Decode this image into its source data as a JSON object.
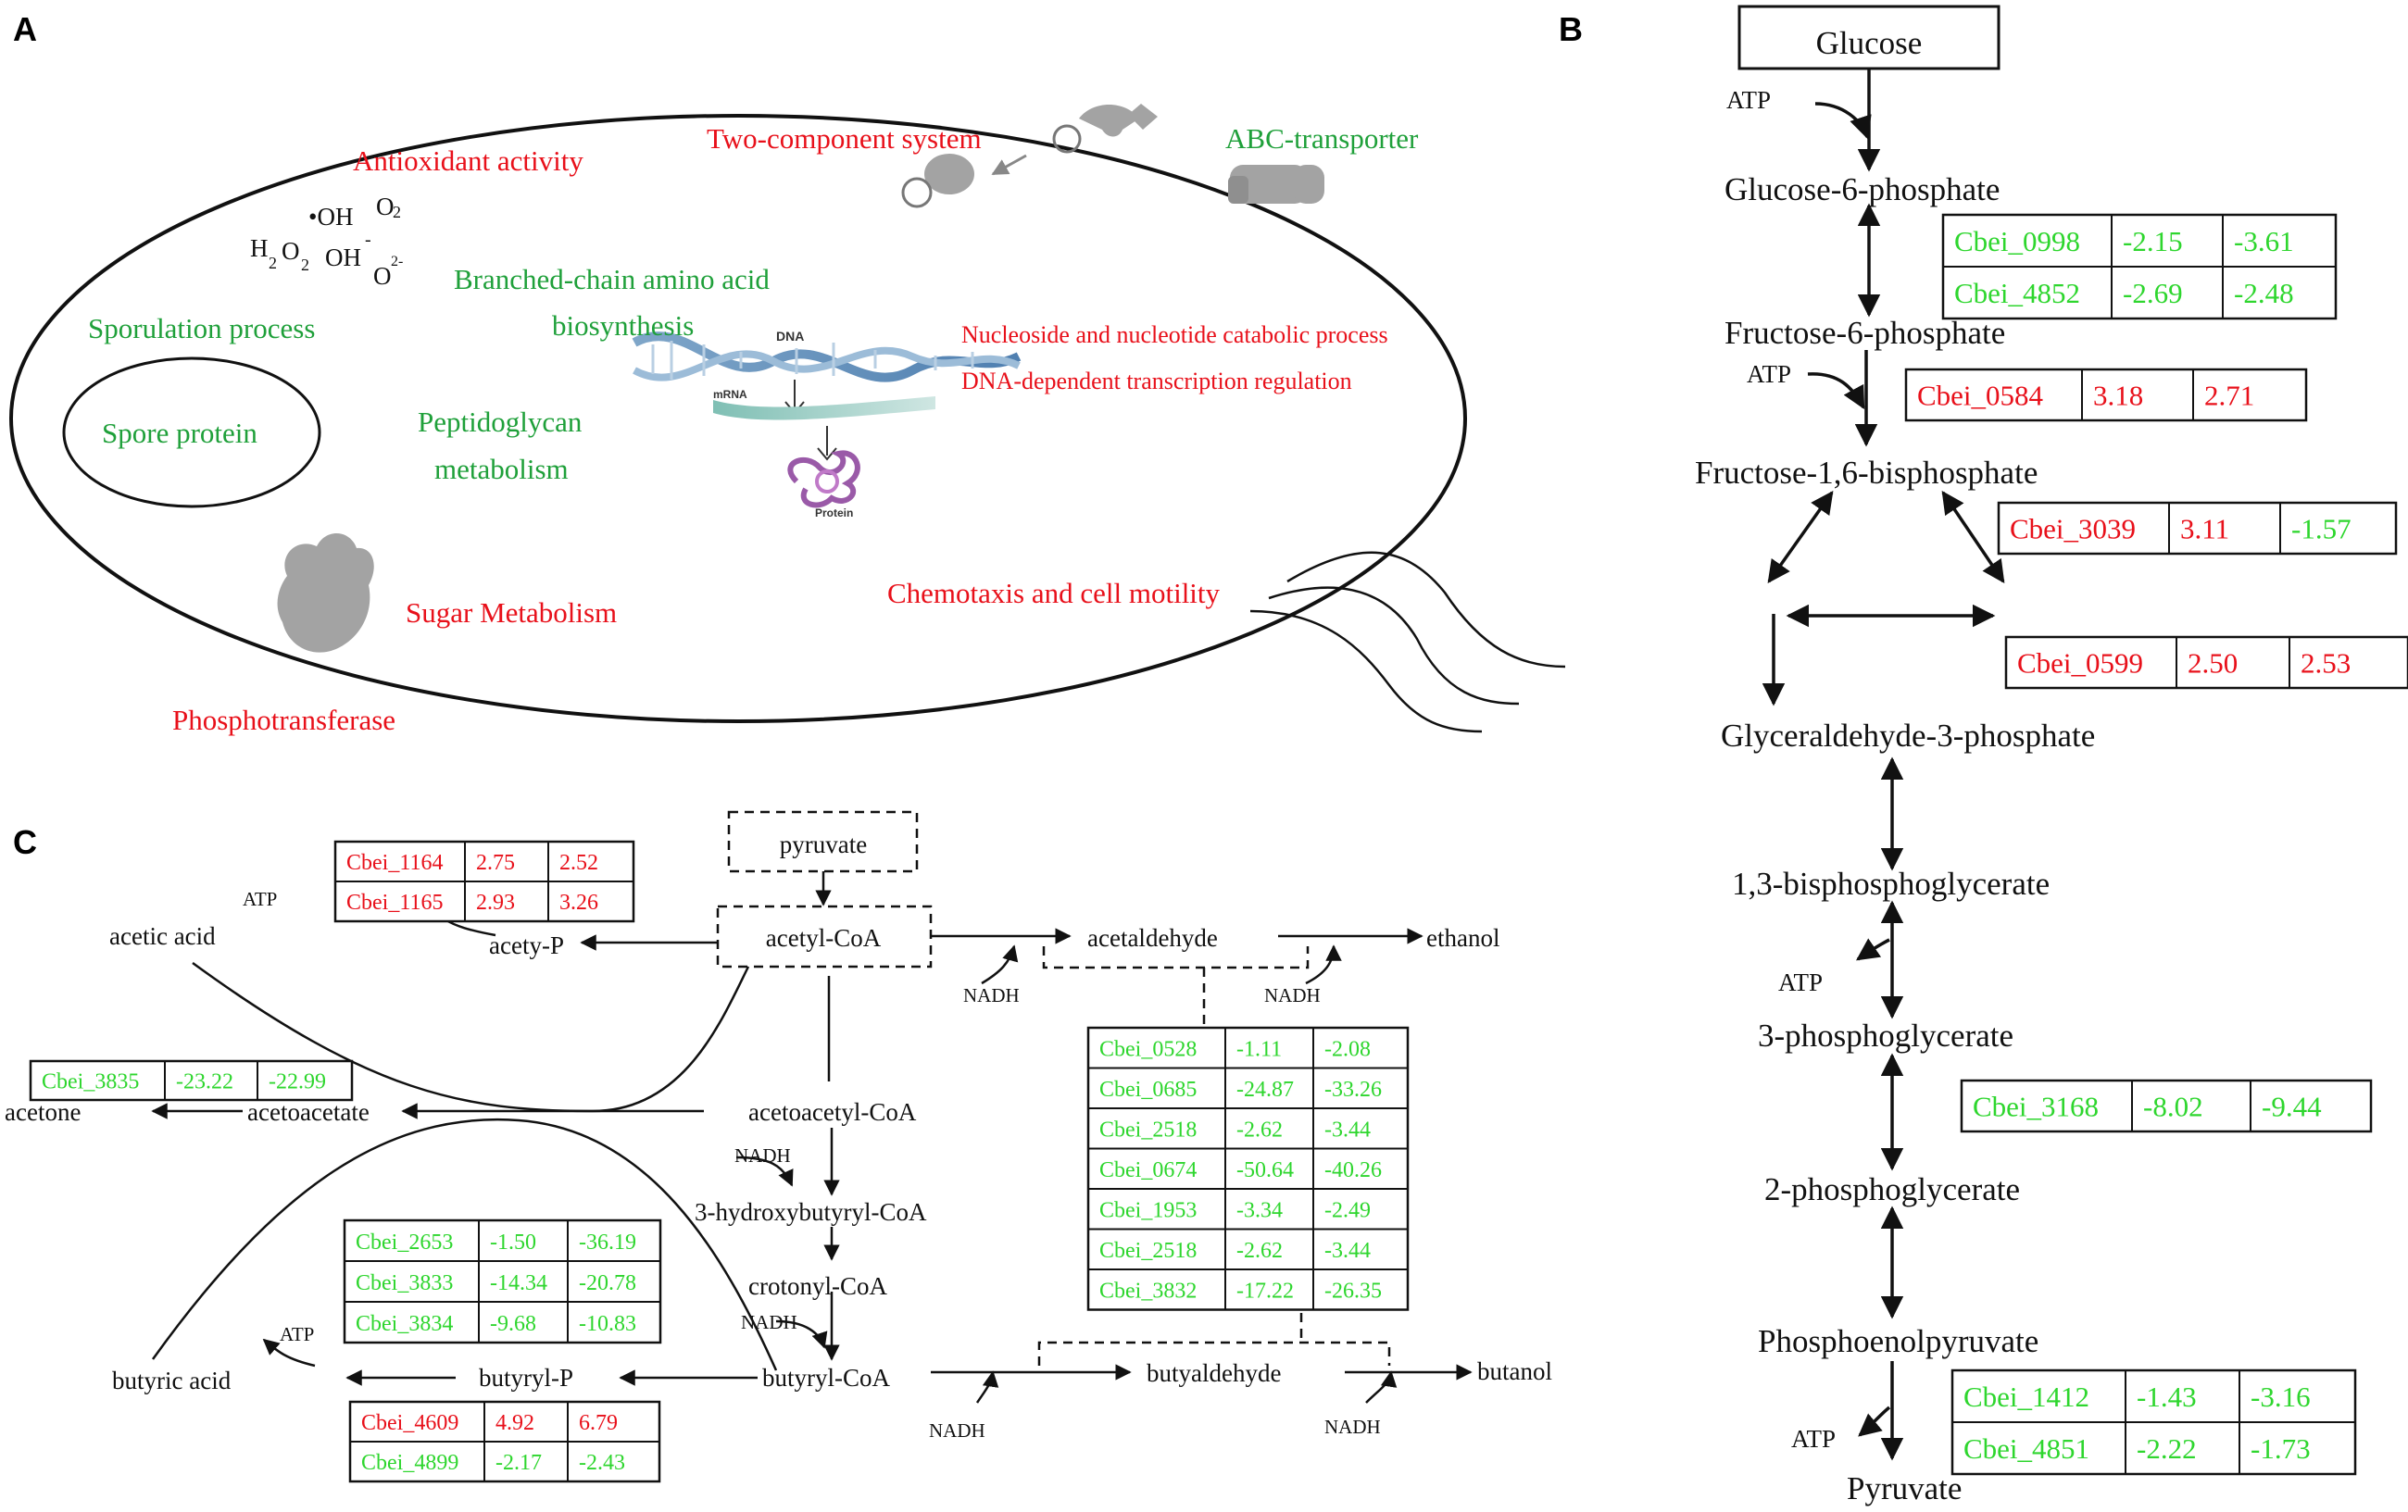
{
  "panels": {
    "a": "A",
    "b": "B",
    "c": "C"
  },
  "panel_a": {
    "antioxidant": "Antioxidant activity",
    "two_component": "Two-component system",
    "abc_transporter": "ABC-transporter",
    "oh_radical": "•OH",
    "o2": "O",
    "o2_sub": "2",
    "h2o2_h": "H",
    "h2o2_sub1": "2",
    "h2o2_o": "O",
    "h2o2_sub2": "2",
    "oh_minus": "OH",
    "oh_minus_sup": "-",
    "superoxide": "O",
    "superoxide_sup": "2-",
    "sporulation": "Sporulation process",
    "spore_protein": "Spore protein",
    "bcaa_line1": "Branched-chain amino acid",
    "bcaa_line2": "biosynthesis",
    "peptidoglycan_line1": "Peptidoglycan",
    "peptidoglycan_line2": "metabolism",
    "dna_label": "DNA",
    "mrna_label": "mRNA",
    "protein_label": "Protein",
    "nucleoside": "Nucleoside and nucleotide catabolic process",
    "transcription": "DNA-dependent transcription regulation",
    "chemotaxis": "Chemotaxis and cell motility",
    "sugar_metabolism": "Sugar Metabolism",
    "phosphotransferase": "Phosphotransferase"
  },
  "panel_b": {
    "glucose": "Glucose",
    "atp1": "ATP",
    "g6p": "Glucose-6-phosphate",
    "f6p": "Fructose-6-phosphate",
    "atp2": "ATP",
    "f16bp": "Fructose-1,6-bisphosphate",
    "gap": "Glyceraldehyde-3-phosphate",
    "bpg13": "1,3-bisphosphoglycerate",
    "atp3": "ATP",
    "pg3": "3-phosphoglycerate",
    "pg2": "2-phosphoglycerate",
    "pep": "Phosphoenolpyruvate",
    "atp4": "ATP",
    "pyruvate": "Pyruvate",
    "t1": [
      [
        "Cbei_0998",
        "-2.15",
        "-3.61"
      ],
      [
        "Cbei_4852",
        "-2.69",
        "-2.48"
      ]
    ],
    "t2": [
      [
        "Cbei_0584",
        "3.18",
        "2.71"
      ]
    ],
    "t3": [
      [
        "Cbei_3039",
        "3.11",
        "-1.57"
      ]
    ],
    "t4": [
      [
        "Cbei_0599",
        "2.50",
        "2.53"
      ]
    ],
    "t5": [
      [
        "Cbei_3168",
        "-8.02",
        "-9.44"
      ]
    ],
    "t6": [
      [
        "Cbei_1412",
        "-1.43",
        "-3.16"
      ],
      [
        "Cbei_4851",
        "-2.22",
        "-1.73"
      ]
    ]
  },
  "panel_c": {
    "pyruvate": "pyruvate",
    "acetyl_coa": "acetyl-CoA",
    "acetaldehyde": "acetaldehyde",
    "ethanol": "ethanol",
    "nadh": "NADH",
    "acetic_acid": "acetic acid",
    "acety_p": "acety-P",
    "atp": "ATP",
    "acetone": "acetone",
    "acetoacetate": "acetoacetate",
    "acetoacetyl_coa": "acetoacetyl-CoA",
    "hydroxybutyryl_coa": "3-hydroxybutyryl-CoA",
    "crotonyl_coa": "crotonyl-CoA",
    "butyryl_coa": "butyryl-CoA",
    "butyryl_p": "butyryl-P",
    "butyric_acid": "butyric acid",
    "butyraldehyde": "butyaldehyde",
    "butanol": "butanol",
    "t_acetate": [
      [
        "Cbei_1164",
        "2.75",
        "2.52"
      ],
      [
        "Cbei_1165",
        "2.93",
        "3.26"
      ]
    ],
    "t_acetone": [
      [
        "Cbei_3835",
        "-23.22",
        "-22.99"
      ]
    ],
    "t_adh": [
      [
        "Cbei_0528",
        "-1.11",
        "-2.08"
      ],
      [
        "Cbei_0685",
        "-24.87",
        "-33.26"
      ],
      [
        "Cbei_2518",
        "-2.62",
        "-3.44"
      ],
      [
        "Cbei_0674",
        "-50.64",
        "-40.26"
      ],
      [
        "Cbei_1953",
        "-3.34",
        "-2.49"
      ],
      [
        "Cbei_2518",
        "-2.62",
        "-3.44"
      ],
      [
        "Cbei_3832",
        "-17.22",
        "-26.35"
      ]
    ],
    "t_butyrate_green": [
      [
        "Cbei_2653",
        "-1.50",
        "-36.19"
      ],
      [
        "Cbei_3833",
        "-14.34",
        "-20.78"
      ],
      [
        "Cbei_3834",
        "-9.68",
        "-10.83"
      ]
    ],
    "t_butyrate_mixed": [
      [
        "Cbei_4609",
        "4.92",
        "6.79"
      ],
      [
        "Cbei_4899",
        "-2.17",
        "-2.43"
      ]
    ]
  },
  "colors": {
    "up": "#e8101a",
    "down": "#2ed62e",
    "process_down": "#1fa03a",
    "line": "#111111",
    "icon_gray": "#a3a3a3"
  }
}
